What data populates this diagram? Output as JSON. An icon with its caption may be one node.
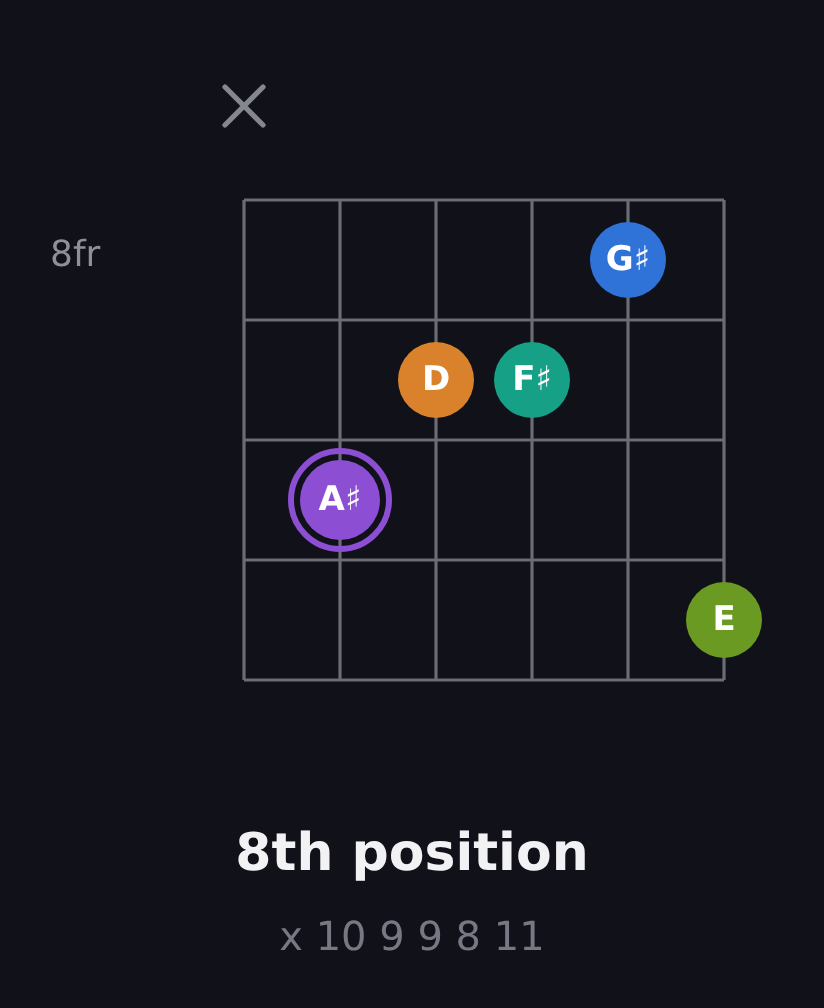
{
  "diagram": {
    "title": "8th position",
    "caption": "x 10 9 9 8 11",
    "nodes": [
      {
        "text": [
          "G♯"
        ]
      },
      {
        "text": [
          "D"
        ]
      },
      {
        "text": [
          "F♯"
        ]
      },
      {
        "text": [
          "A♯"
        ]
      },
      {
        "text": [
          "E"
        ]
      }
    ],
    "labels": [
      "8fr"
    ]
  }
}
